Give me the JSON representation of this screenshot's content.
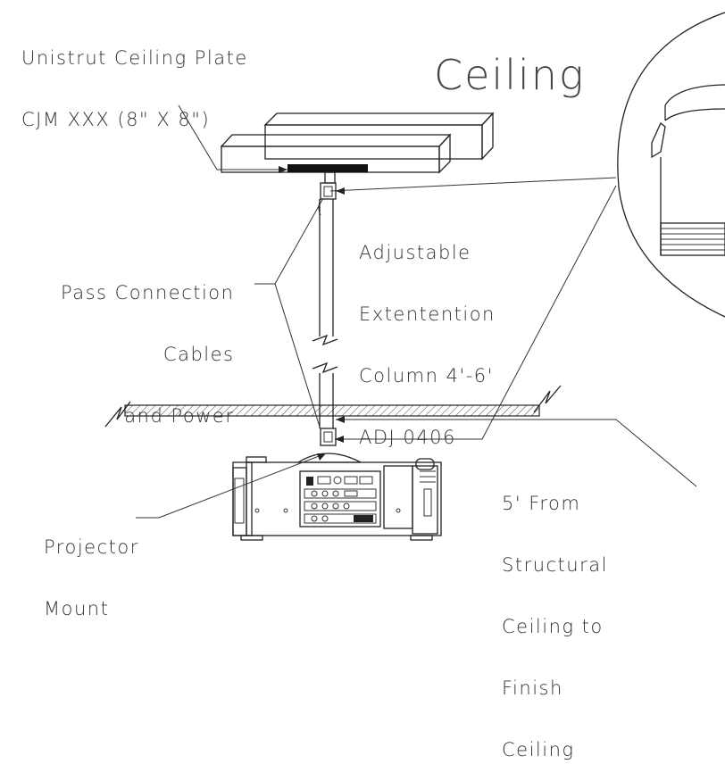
{
  "labels": {
    "unistrut_plate": [
      "Unistrut Ceiling Plate",
      "CJM XXX (8\" X 8\")"
    ],
    "ceiling": "Ceiling",
    "extension_column": [
      "Adjustable",
      "Extentention",
      "Column 4'-6'",
      "ADJ 0406"
    ],
    "pass_cables": [
      "Pass Connection",
      "Cables",
      "and Power"
    ],
    "projector_mount": [
      "Projector",
      "Mount"
    ],
    "ceiling_distance": [
      "5' From",
      "Structural",
      "Ceiling to",
      "Finish",
      "Ceiling"
    ]
  },
  "colors": {
    "line": "#222222",
    "text": "#333333",
    "background": "#ffffff"
  }
}
